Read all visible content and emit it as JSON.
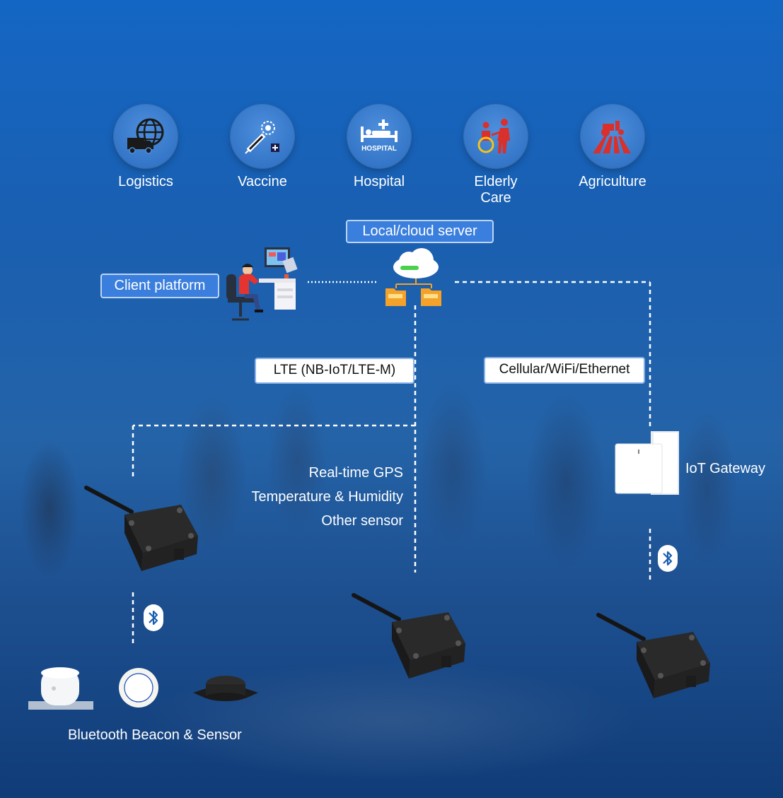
{
  "applications": [
    {
      "label": "Logistics",
      "icon": "globe-truck-icon"
    },
    {
      "label": "Vaccine",
      "icon": "syringe-virus-icon"
    },
    {
      "label": "Hospital",
      "icon": "hospital-bed-icon",
      "badge": "HOSPITAL"
    },
    {
      "label": "Elderly Care",
      "icon": "elderly-wheelchair-icon"
    },
    {
      "label": "Agriculture",
      "icon": "tractor-field-icon"
    }
  ],
  "server": {
    "label": "Local/cloud server"
  },
  "client": {
    "label": "Client platform"
  },
  "links": {
    "lte": "LTE (NB-IoT/LTE-M)",
    "cellular": "Cellular/WiFi/Ethernet"
  },
  "gateway": {
    "label": "IoT Gateway"
  },
  "features": [
    "Real-time GPS",
    "Temperature & Humidity",
    "Other sensor"
  ],
  "beacons": {
    "label": "Bluetooth Beacon & Sensor"
  },
  "colors": {
    "accent": "#3b7fde",
    "icon_red": "#d9302b",
    "folder": "#f4a22a"
  }
}
